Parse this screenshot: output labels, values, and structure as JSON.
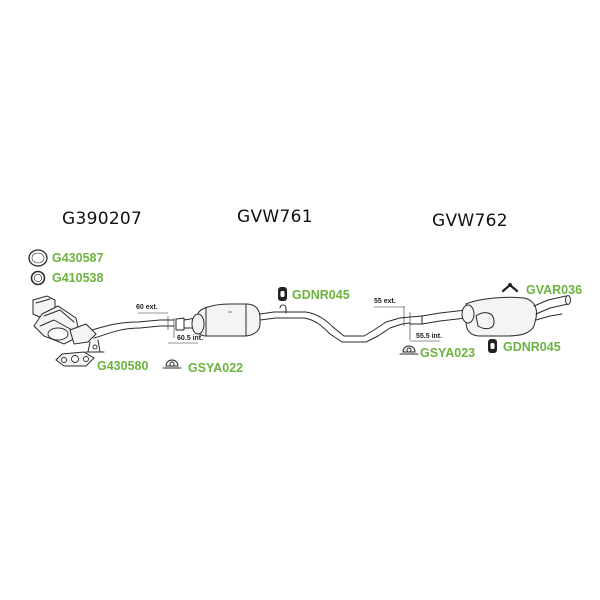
{
  "main_labels": {
    "catalyst": "G390207",
    "middle_section": "GVW761",
    "rear_section": "GVW762"
  },
  "part_labels": {
    "clamp_ring": "G430587",
    "seal_ring": "G410538",
    "gasket": "G430580",
    "mount_front": "GSYA022",
    "rubber_middle": "GDNR045",
    "mount_rear": "GSYA023",
    "rubber_rear": "GDNR045",
    "hanger_rear": "GVAR036"
  },
  "dimensions": {
    "front_ext": "60 ext.",
    "front_int": "60.5 int.",
    "rear_ext": "55 ext.",
    "rear_int": "55.5 int."
  },
  "colors": {
    "part_label": "#6cb33f",
    "main_label": "#111111",
    "line": "#2a2a2a"
  },
  "icons": {
    "clamp_ring": "ring-clamp-icon",
    "seal_ring": "seal-ring-icon",
    "gasket": "flange-gasket-icon",
    "rubber": "rubber-mount-icon",
    "bracket": "mount-bracket-icon",
    "hanger": "hanger-icon"
  }
}
